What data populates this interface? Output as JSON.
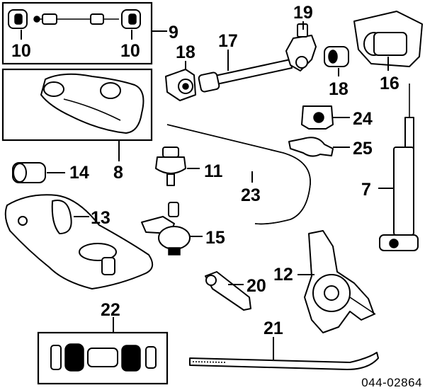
{
  "diagram": {
    "callouts": {
      "c9": "9",
      "c10a": "10",
      "c10b": "10",
      "c17": "17",
      "c18a": "18",
      "c18b": "18",
      "c19": "19",
      "c16": "16",
      "c24": "24",
      "c25": "25",
      "c8": "8",
      "c14": "14",
      "c11": "11",
      "c23": "23",
      "c7": "7",
      "c13": "13",
      "c15": "15",
      "c12": "12",
      "c20": "20",
      "c22": "22",
      "c21": "21"
    },
    "reference_code": "044-02864"
  }
}
